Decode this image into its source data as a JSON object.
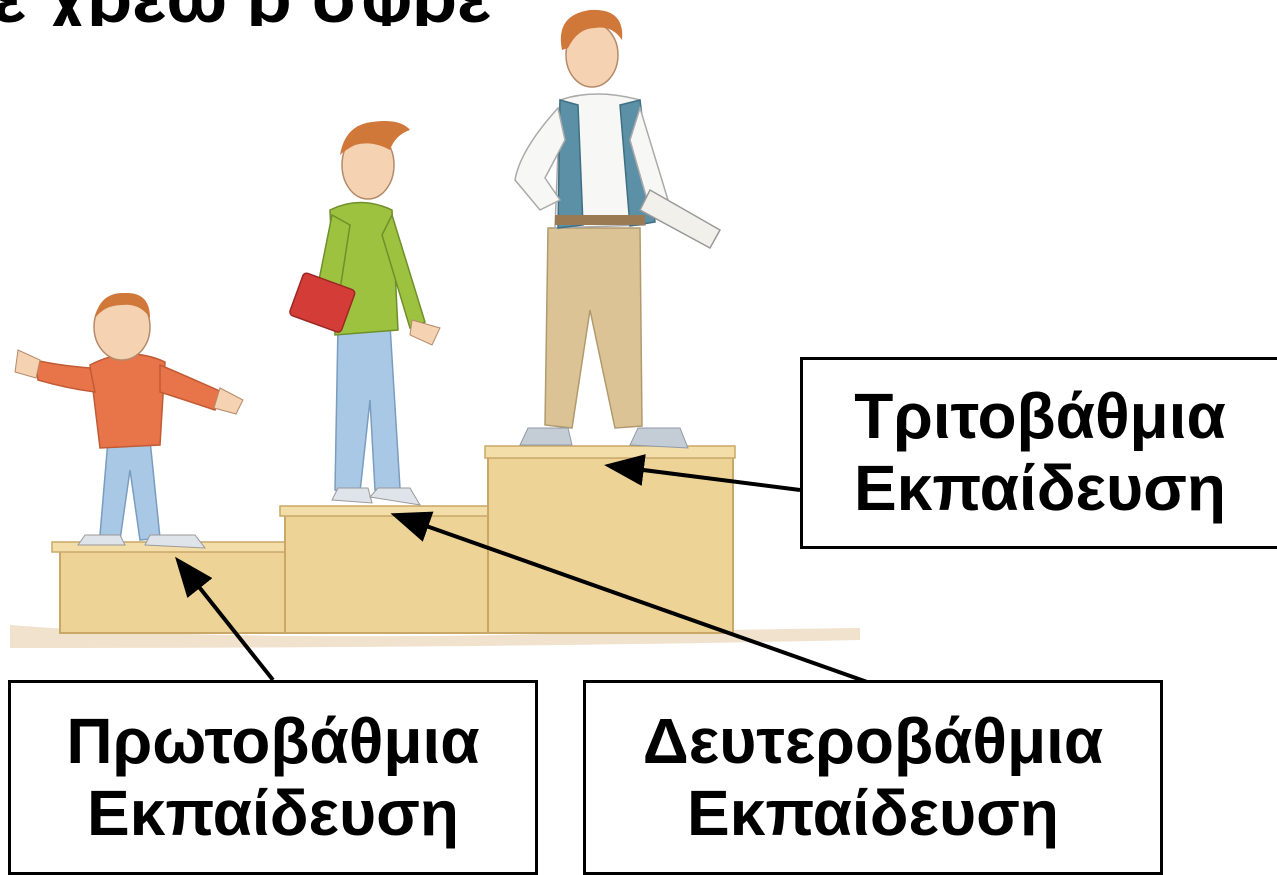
{
  "title_fragment": "ε χρεώ ρ      σφρε",
  "labels": {
    "tertiary": {
      "line1": "Τριτοβάθμια",
      "line2": "Εκπαίδευση"
    },
    "primary": {
      "line1": "Πρωτοβάθμια",
      "line2": "Εκπαίδευση"
    },
    "secondary": {
      "line1": "Δευτεροβάθμια",
      "line2": "Εκπαίδευση"
    }
  },
  "colors": {
    "stairs": "#eed396",
    "child_shirt": "#e8754a",
    "teen_shirt": "#9cc23f",
    "book": "#d43c38",
    "vest": "#5b90a6",
    "jeans": "#a9c8e6",
    "khaki": "#dcc395",
    "hair": "#d0773a",
    "skin": "#f4d2b2"
  },
  "icons": [
    "stairs-illustration",
    "child-figure",
    "teen-figure",
    "young-adult-figure",
    "arrow-icon"
  ]
}
